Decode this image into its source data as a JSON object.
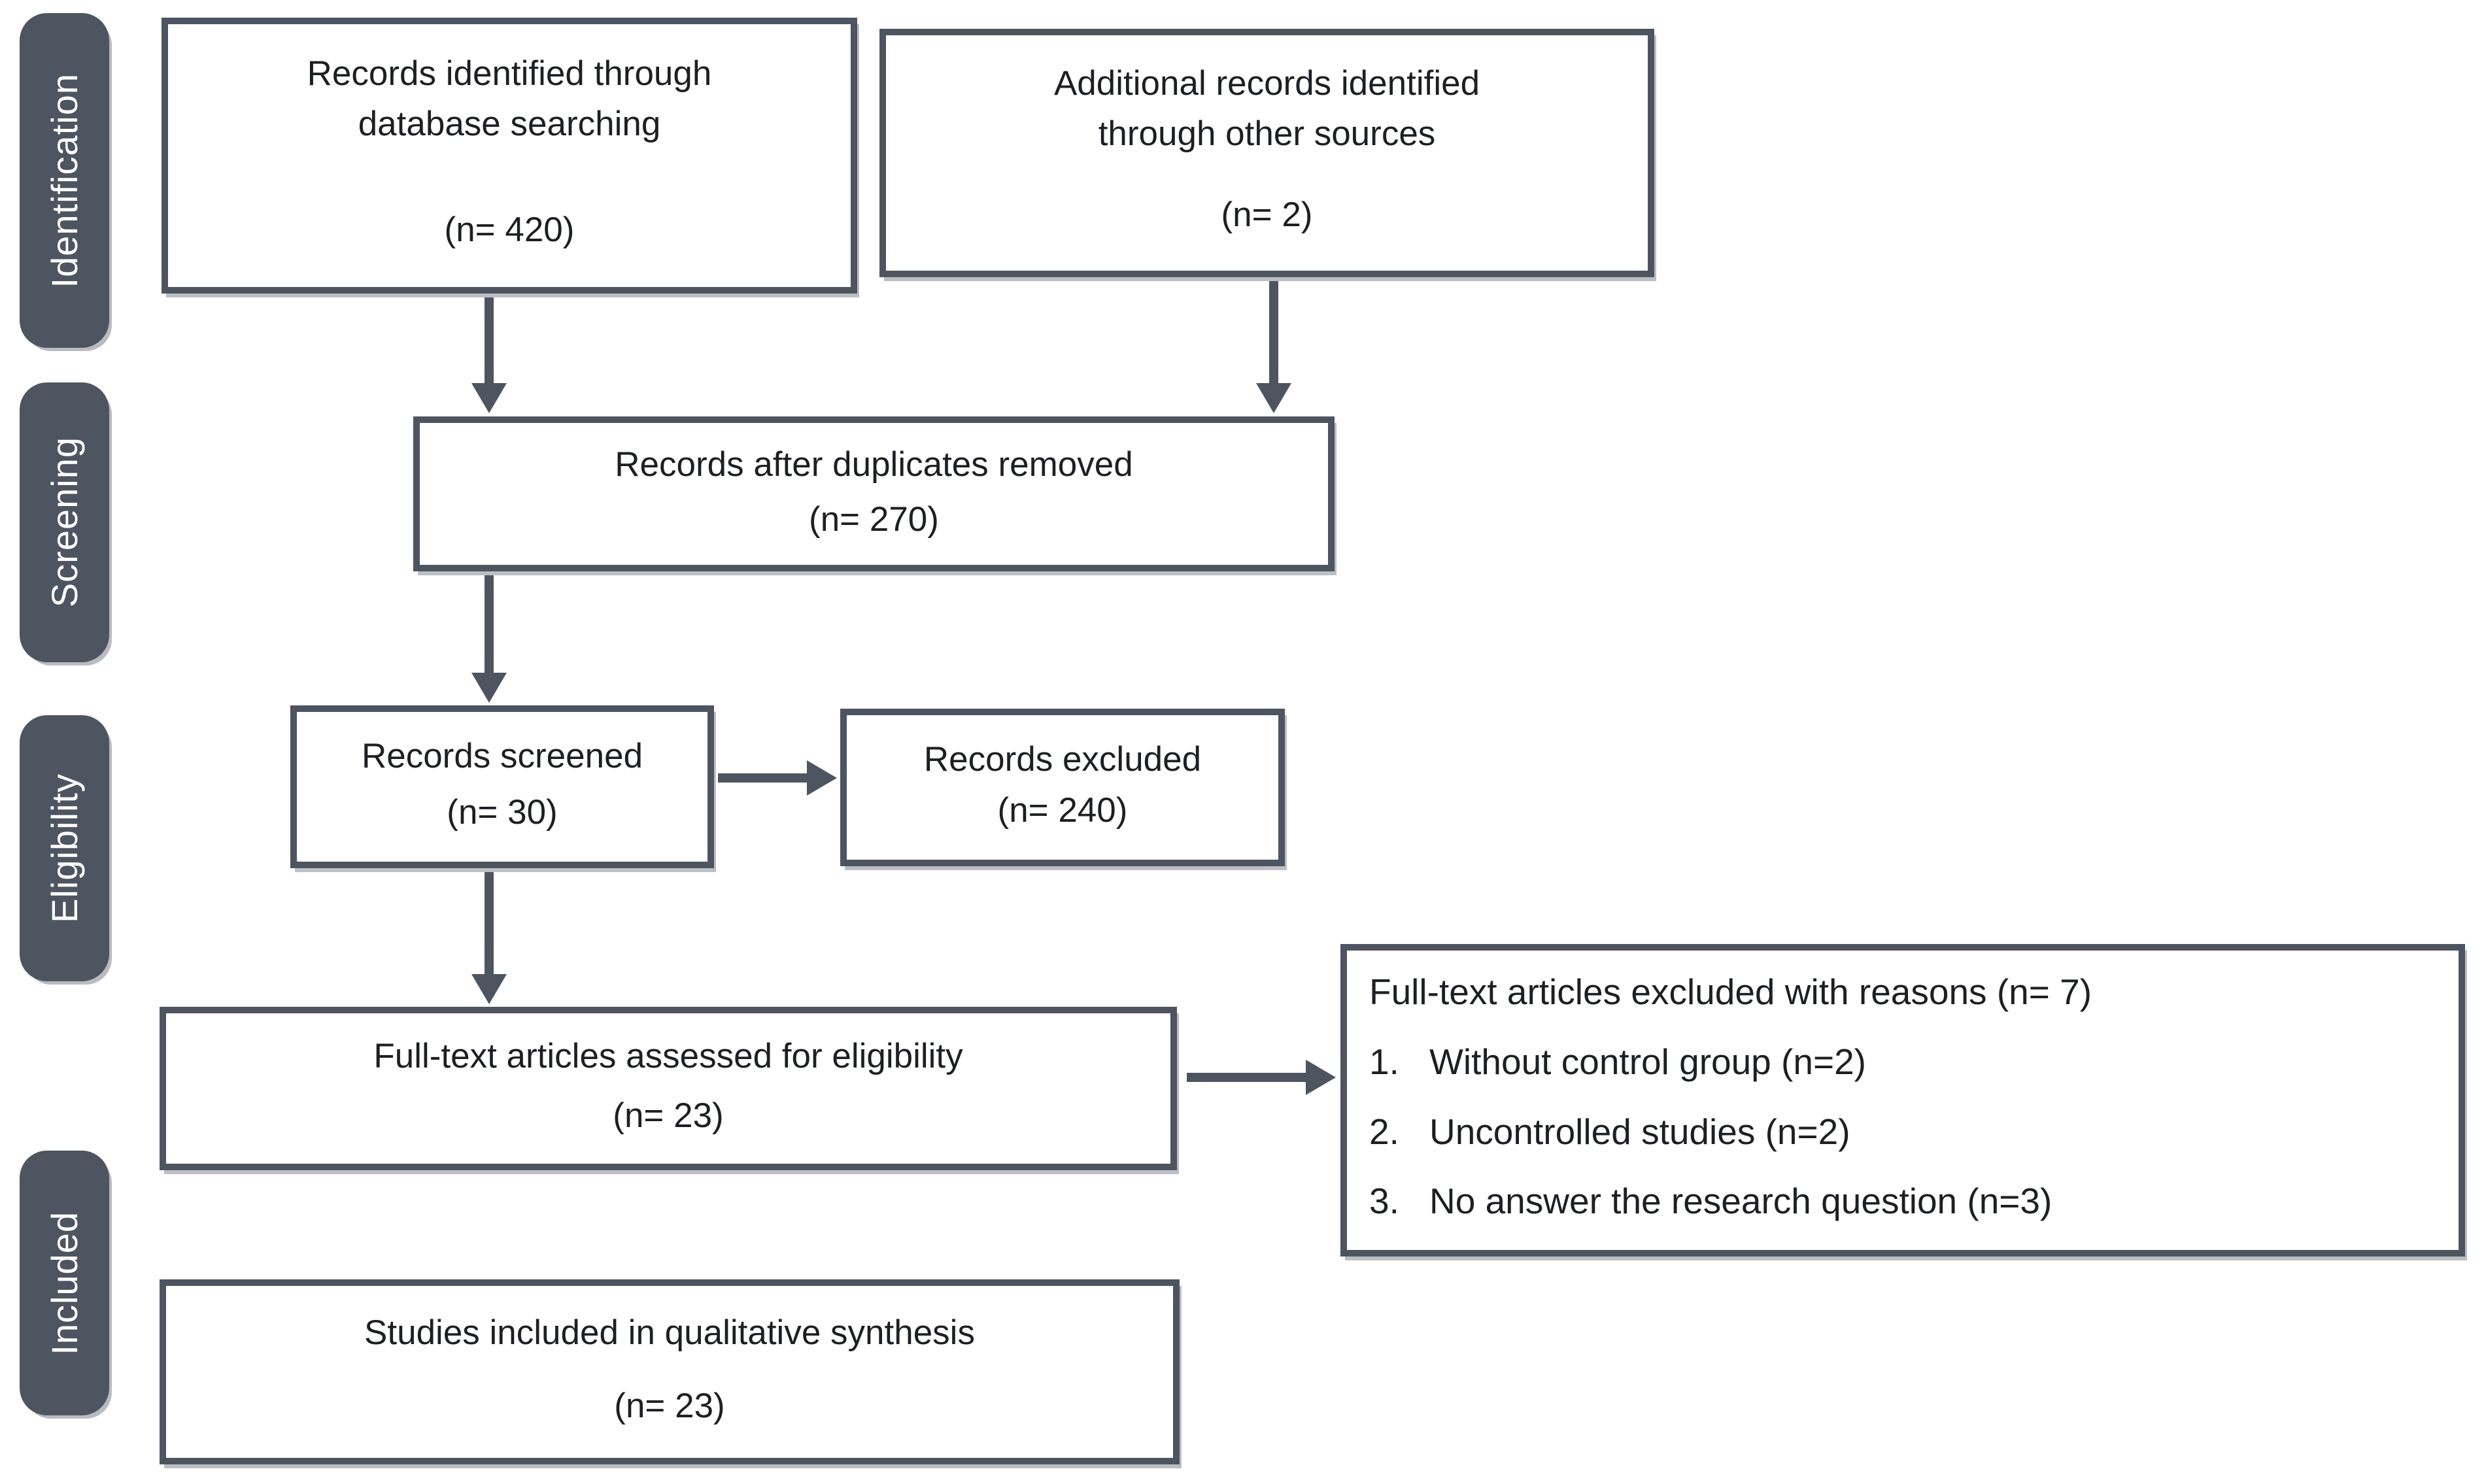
{
  "colors": {
    "accent": "#4d5561",
    "box_border": "#4d5561",
    "tab_background": "#4d5561",
    "tab_text": "#ffffff",
    "body_text": "#1d1f24",
    "background": "#ffffff"
  },
  "stage_tabs": [
    {
      "label": "Identification"
    },
    {
      "label": "Screening"
    },
    {
      "label": "Eligibility"
    },
    {
      "label": "Included"
    }
  ],
  "boxes": {
    "records_identified": {
      "text": "Records identified through database searching",
      "count": "(n= 420)"
    },
    "additional_records": {
      "text": "Additional records identified through other sources",
      "count": "(n= 2)"
    },
    "duplicates_removed": {
      "text": "Records after duplicates removed",
      "count": "(n= 270)"
    },
    "records_screened": {
      "text": "Records screened",
      "count": "(n= 30)"
    },
    "records_excluded": {
      "text": "Records excluded",
      "count": "(n= 240)"
    },
    "fulltext_assessed": {
      "text": "Full-text articles assessed for eligibility",
      "count": "(n= 23)"
    },
    "fulltext_excluded": {
      "title": "Full-text articles excluded with reasons (n= 7)",
      "reasons": [
        {
          "num": "1.",
          "text": "Without control group (n=2)"
        },
        {
          "num": "2.",
          "text": "Uncontrolled studies (n=2)"
        },
        {
          "num": "3.",
          "text": "No answer the research question (n=3)"
        }
      ]
    },
    "studies_included": {
      "text": "Studies included in qualitative synthesis",
      "count": "(n= 23)"
    }
  }
}
